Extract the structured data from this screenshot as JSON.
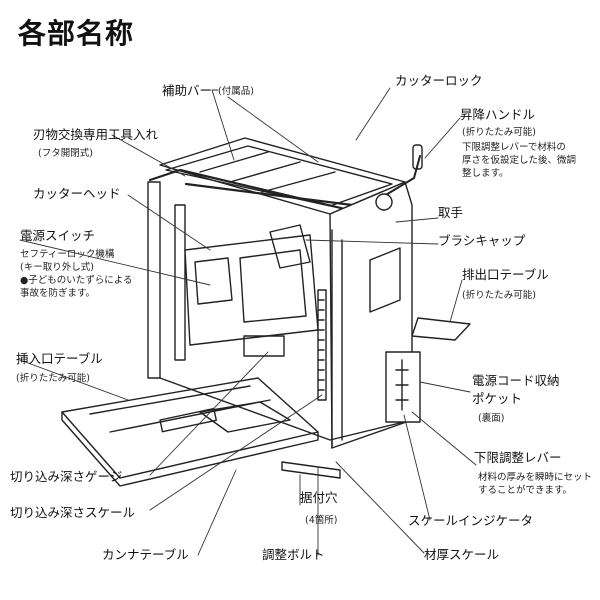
{
  "title": "各部名称",
  "labels": {
    "hojo_bar": "補助バー",
    "hojo_bar_note": "(付属品)",
    "cutter_lock": "カッターロック",
    "shoko_handle": "昇降ハンドル",
    "shoko_handle_note": "(折りたたみ可能)",
    "shoko_handle_desc": [
      "下限調整レバーで材料の",
      "厚さを仮設定した後、微調",
      "整します。"
    ],
    "hamono_tool": "刃物交換専用工具入れ",
    "hamono_tool_note": "(フタ開閉式)",
    "cutter_head": "カッターヘッド",
    "totte": "取手",
    "brush_cap": "ブラシキャップ",
    "dengen_switch": "電源スイッチ",
    "dengen_switch_desc": [
      "セフティーロック機構",
      "(キー取り外し式)",
      "●子どものいたずらによる",
      "  事故を防ぎます。"
    ],
    "haishutsu_table": "排出口テーブル",
    "haishutsu_table_note": "(折りたたみ可能)",
    "sonyu_table": "挿入口テーブル",
    "sonyu_table_note": "(折りたたみ可能)",
    "cord_pocket": [
      "電源コード収納",
      "ポケット"
    ],
    "cord_pocket_note": "(裏面)",
    "kagen_lever": "下限調整レバー",
    "kagen_lever_desc": [
      "材料の厚みを瞬時にセット",
      "することができます。"
    ],
    "kirikomi_gauge": "切り込み深さゲージ",
    "kirikomi_scale": "切り込み深さスケール",
    "suetsuke_ana": "据付穴",
    "suetsuke_ana_note": "(4箇所)",
    "scale_indicator": "スケールインジケータ",
    "kanna_table": "カンナテーブル",
    "chosei_bolt": "調整ボルト",
    "zaiatsu_scale": "材厚スケール"
  }
}
